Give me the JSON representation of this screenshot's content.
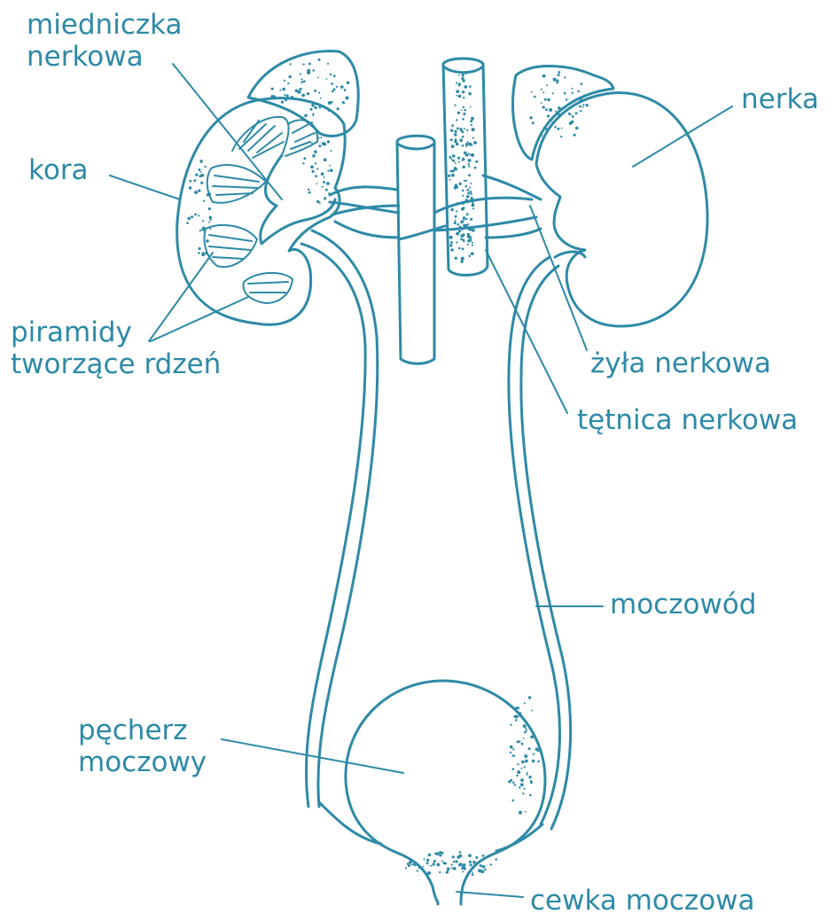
{
  "colors": {
    "ink": "#2e8aa6",
    "background": "#ffffff"
  },
  "labels": {
    "miedniczka": [
      "miedniczka",
      "nerkowa"
    ],
    "kora": "kora",
    "piramidy": [
      "piramidy",
      "tworzące rdzeń"
    ],
    "nerka": "nerka",
    "zyla": "żyła nerkowa",
    "tetnica": "tętnica nerkowa",
    "moczowod": "moczowód",
    "pecherz": [
      "pęcherz",
      "moczowy"
    ],
    "cewka": "cewka moczowa"
  }
}
